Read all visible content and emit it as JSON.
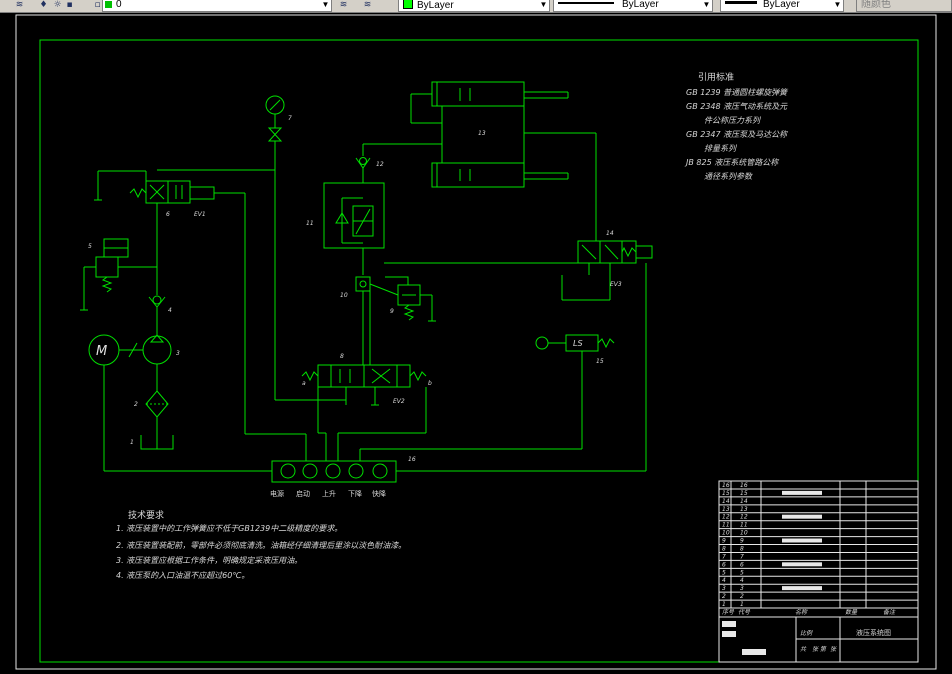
{
  "toolbar": {
    "layer_value": "0",
    "color_value": "ByLayer",
    "linetype_value": "ByLayer",
    "lineweight_value": "ByLayer",
    "plotstyle_value": "随颜色",
    "layer_color": "#00c000"
  },
  "standards": {
    "heading": "引用标准",
    "lines": [
      "GB 1239  普通圆柱螺旋弹簧",
      "GB 2348  液压气动系统及元",
      "件公称压力系列",
      "GB 2347  液压泵及马达公称",
      "排量系列",
      "JB 825  液压系统管路公称",
      "通径系列参数"
    ]
  },
  "tech": {
    "heading": "技术要求",
    "lines": [
      "1. 液压装置中的工作弹簧应不低于GB1239中二级精度的要求。",
      "2. 液压装置装配前，零部件必须彻底清洗。油箱经仔细清理后里涂以淡色耐油漆。",
      "3. 液压装置应根据工作条件，明确规定采液压用油。",
      "4. 液压泵的入口油温不应超过60℃。"
    ]
  },
  "labels": {
    "n1": "1",
    "n2": "2",
    "n3": "3",
    "n4": "4",
    "n5": "5",
    "n6": "6",
    "n7": "7",
    "n8": "8",
    "n9": "9",
    "n10": "10",
    "n11": "11",
    "n12": "12",
    "n13": "13",
    "n14": "14",
    "n15": "15",
    "n16": "16",
    "ev1": "EV1",
    "ev2": "EV2",
    "ev3": "EV3",
    "ls": "LS",
    "motor": "M",
    "a": "a",
    "b": "b"
  },
  "switches": [
    "电源",
    "启动",
    "上升",
    "下降",
    "快降"
  ],
  "title_block": {
    "rows": [
      "16",
      "15",
      "14",
      "13",
      "12",
      "11",
      "10",
      "9",
      "8",
      "7",
      "6",
      "5",
      "4",
      "3",
      "2",
      "1"
    ],
    "headers": [
      "序号",
      "代号",
      "名称",
      "数量",
      "备注"
    ],
    "drawing_name": "液压系统图",
    "scale_label": "比例",
    "sheet_label": "共",
    "sheet_total": "张  第",
    "sheet_num": "张"
  },
  "colors": {
    "lines": "#00e000",
    "text": "#d8d8d8",
    "background": "#000000"
  }
}
